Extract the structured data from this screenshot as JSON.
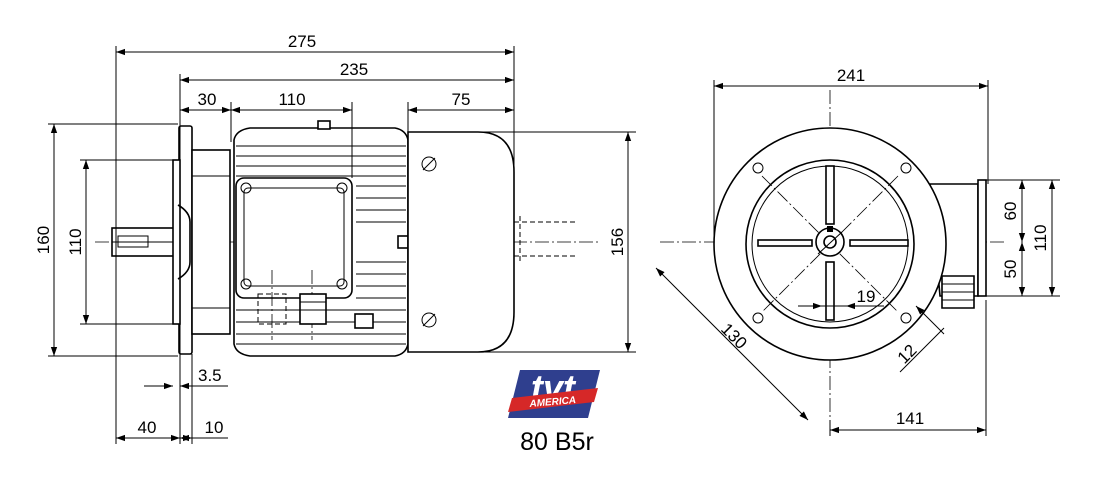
{
  "model": "80 B5r",
  "logo": {
    "main": "tvt",
    "sub": "AMERICA",
    "colors": {
      "blue": "#2f3f8e",
      "red": "#d62828"
    }
  },
  "side_view": {
    "dims": {
      "overall_length": "275",
      "length_from_flange": "235",
      "flange_to_box": "30",
      "terminal_box": "110",
      "fan_cover": "75",
      "flange_dia": "160",
      "spigot_dia": "110",
      "spigot_depth": "3.5",
      "shaft_length": "40",
      "flange_thickness": "10",
      "height": "156"
    }
  },
  "end_view": {
    "dims": {
      "width": "241",
      "box_upper": "60",
      "box_lower": "50",
      "box_height": "110",
      "bolt_circle": "130",
      "shaft_dia": "19",
      "hole_dia": "12",
      "centre_to_box": "141"
    }
  }
}
